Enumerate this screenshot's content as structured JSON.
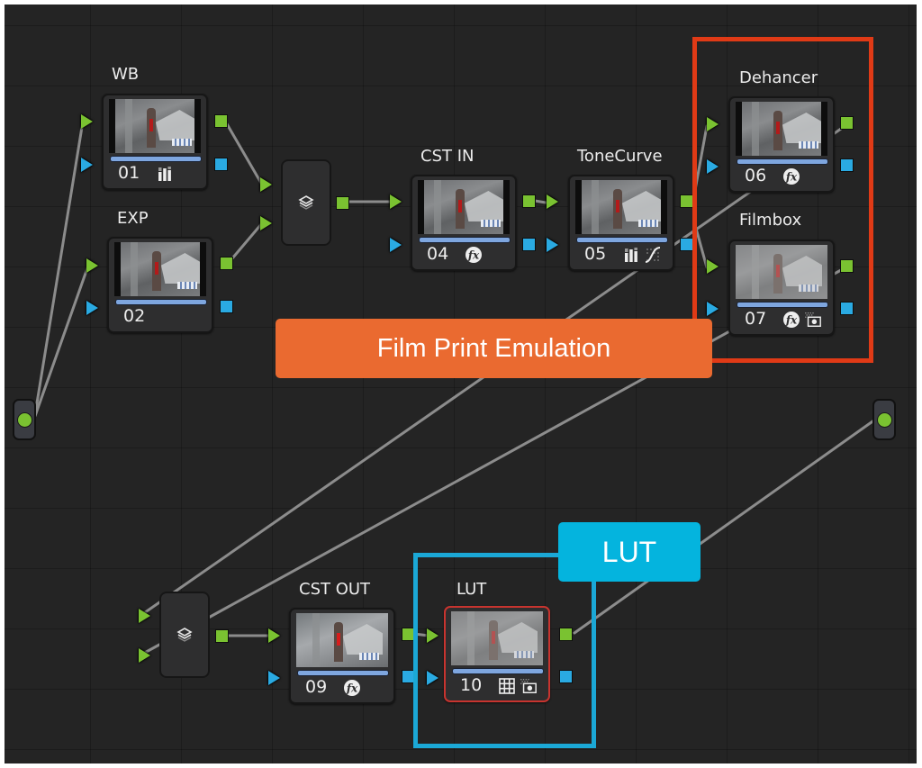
{
  "app": "Node Editor",
  "colors": {
    "canvas_bg": "#242424",
    "rgb_port": "#7ac231",
    "key_port": "#2aaae2",
    "wire": "#8c8c8c",
    "selected_node_border": "#c8342f",
    "film_print_group": "#e03a16",
    "film_print_callout": "#ea6a30",
    "lut_group": "#1ba8d6",
    "lut_callout": "#04b4de"
  },
  "nodes": [
    {
      "id": "01",
      "label": "WB",
      "number": "01",
      "tools": [
        "color-bars-icon"
      ],
      "selected": false
    },
    {
      "id": "02",
      "label": "EXP",
      "number": "02",
      "tools": [],
      "selected": false
    },
    {
      "id": "04",
      "label": "CST IN",
      "number": "04",
      "tools": [
        "fx-icon"
      ],
      "selected": false
    },
    {
      "id": "05",
      "label": "ToneCurve",
      "number": "05",
      "tools": [
        "color-bars-icon",
        "curve-icon"
      ],
      "selected": false
    },
    {
      "id": "06",
      "label": "Dehancer",
      "number": "06",
      "tools": [
        "fx-icon"
      ],
      "selected": false
    },
    {
      "id": "07",
      "label": "Filmbox",
      "number": "07",
      "tools": [
        "fx-icon",
        "blur-mask-icon"
      ],
      "selected": false
    },
    {
      "id": "09",
      "label": "CST OUT",
      "number": "09",
      "tools": [
        "fx-icon"
      ],
      "selected": false
    },
    {
      "id": "10",
      "label": "LUT",
      "number": "10",
      "tools": [
        "lut-grid-icon",
        "blur-mask-icon"
      ],
      "selected": true
    }
  ],
  "mixers": [
    {
      "id": "layer-mixer-1",
      "icon": "layers-icon"
    },
    {
      "id": "layer-mixer-2",
      "icon": "layers-icon"
    }
  ],
  "endpoints": [
    {
      "id": "source-input",
      "icon": "source-dot-icon"
    },
    {
      "id": "output",
      "icon": "output-dot-icon"
    }
  ],
  "connections": [
    {
      "from": "source-input",
      "to": "01"
    },
    {
      "from": "source-input",
      "to": "02"
    },
    {
      "from": "01",
      "to": "layer-mixer-1"
    },
    {
      "from": "02",
      "to": "layer-mixer-1"
    },
    {
      "from": "layer-mixer-1",
      "to": "04"
    },
    {
      "from": "04",
      "to": "05"
    },
    {
      "from": "05",
      "to": "06"
    },
    {
      "from": "05",
      "to": "07"
    },
    {
      "from": "06",
      "to": "layer-mixer-2"
    },
    {
      "from": "07",
      "to": "layer-mixer-2"
    },
    {
      "from": "layer-mixer-2",
      "to": "09"
    },
    {
      "from": "09",
      "to": "10"
    },
    {
      "from": "10",
      "to": "output"
    }
  ],
  "annotations": {
    "film_print": {
      "text": "Film Print Emulation"
    },
    "lut": {
      "text": "LUT"
    }
  }
}
